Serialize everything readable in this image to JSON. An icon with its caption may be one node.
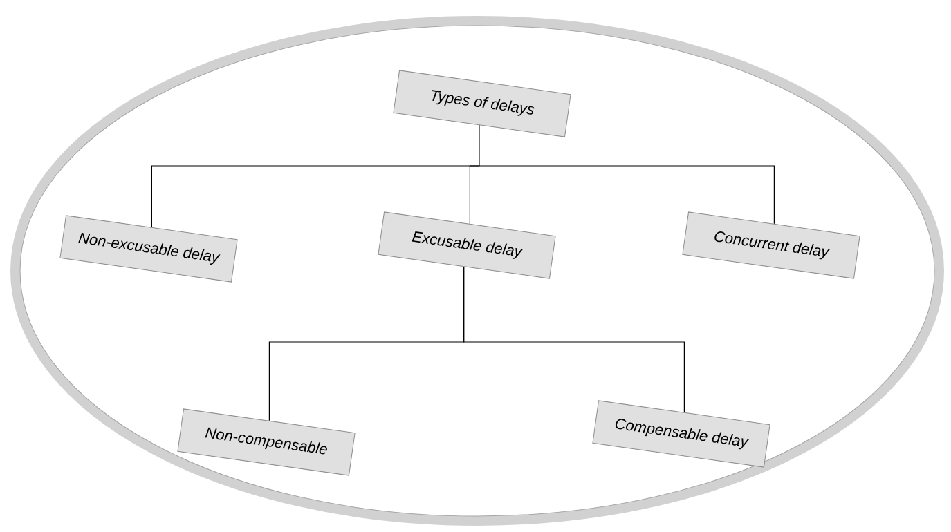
{
  "diagram": {
    "nodes": [
      {
        "text": [
          "Types of delays"
        ]
      },
      {
        "text": [
          "Non-excusable delay"
        ]
      },
      {
        "text": [
          "Excusable delay"
        ]
      },
      {
        "text": [
          "Concurrent delay"
        ]
      },
      {
        "text": [
          "Non-compensable"
        ]
      },
      {
        "text": [
          "Compensable delay"
        ]
      }
    ],
    "edges": [
      {
        "from": 0,
        "to": 1,
        "arrow": "none"
      },
      {
        "from": 0,
        "to": 2,
        "arrow": "none"
      },
      {
        "from": 0,
        "to": 3,
        "arrow": "none"
      },
      {
        "from": 2,
        "to": 4,
        "arrow": "none"
      },
      {
        "from": 2,
        "to": 5,
        "arrow": "none"
      }
    ]
  }
}
